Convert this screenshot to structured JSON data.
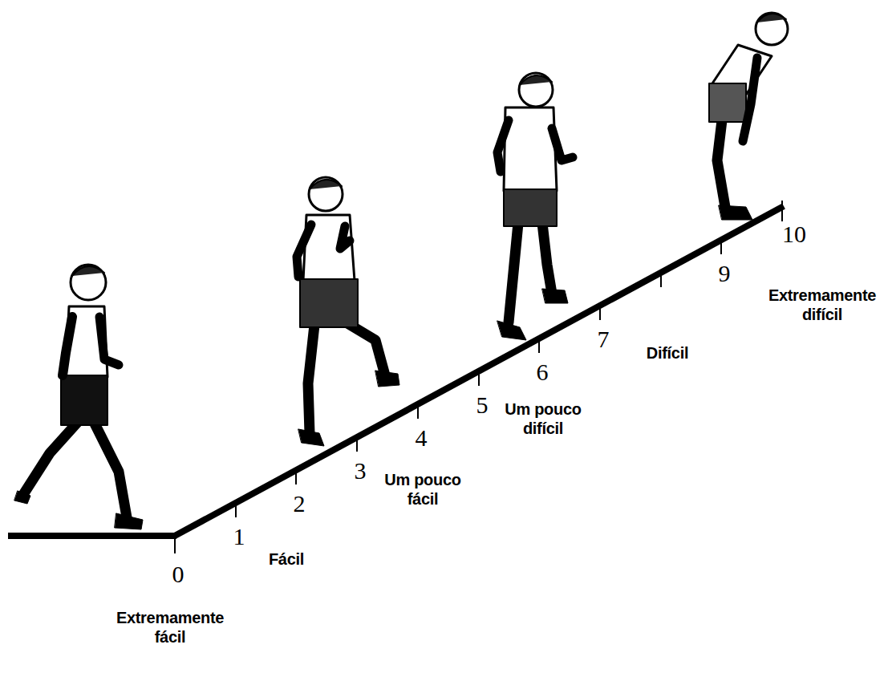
{
  "diagram": {
    "labels": [
      "0",
      "1",
      "2",
      "3",
      "4",
      "5",
      "6",
      "7",
      "9",
      "10",
      "Extremamente fácil",
      "Fácil",
      "Um pouco fácil",
      "Um pouco difícil",
      "Difícil",
      "Extremamente difícil"
    ]
  }
}
